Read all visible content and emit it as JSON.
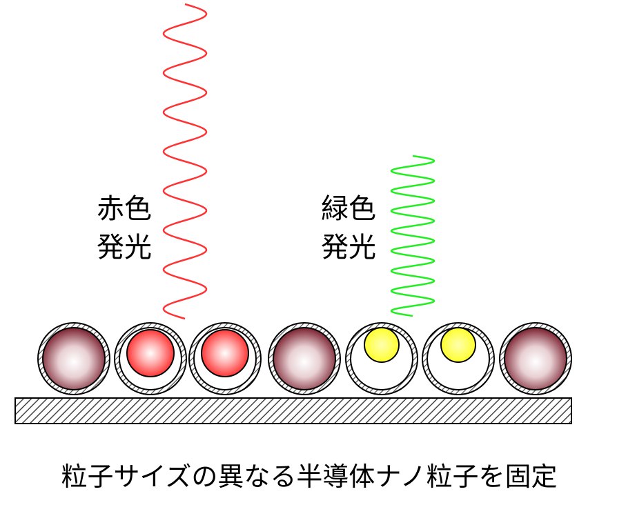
{
  "labels": {
    "red_emission": [
      "赤色",
      "発光"
    ],
    "green_emission": [
      "緑色",
      "発光"
    ]
  },
  "caption": "粒子サイズの異なる半導体ナノ粒子を固定",
  "colors": {
    "red_wave": "#ff3333",
    "green_wave": "#22ee22",
    "large_core": "#8b2c3a",
    "medium_core": "#ff3a3a",
    "small_core": "#ffff33",
    "shell_hatch": "#555555",
    "substrate_hatch": "#444444"
  },
  "particles": [
    {
      "type": "large-core"
    },
    {
      "type": "medium-core"
    },
    {
      "type": "medium-core"
    },
    {
      "type": "large-core"
    },
    {
      "type": "small-core"
    },
    {
      "type": "small-core"
    },
    {
      "type": "large-core"
    }
  ]
}
